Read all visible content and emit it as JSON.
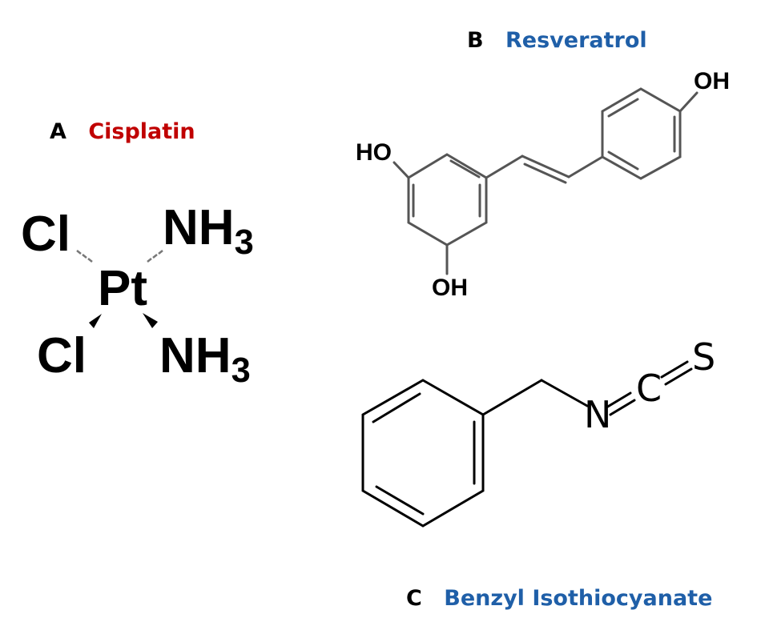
{
  "panels": {
    "a": {
      "letter": "A",
      "name": "Cisplatin",
      "atoms": {
        "cl_top": "Cl",
        "cl_bottom": "Cl",
        "pt": "Pt",
        "nh3_top": "NH",
        "nh3_top_sub": "3",
        "nh3_bottom": "NH",
        "nh3_bottom_sub": "3"
      }
    },
    "b": {
      "letter": "B",
      "name": "Resveratrol",
      "atoms": {
        "oh_top": "OH",
        "ho_left": "HO",
        "oh_bottom": "OH"
      }
    },
    "c": {
      "letter": "C",
      "name": "Benzyl Isothiocyanate",
      "atoms": {
        "n": "N",
        "c": "C",
        "s": "S"
      }
    }
  },
  "colors": {
    "cisplatin_name": "#c00000",
    "resveratrol_name": "#1f5fa8",
    "bitc_name": "#1f5fa8",
    "bond": "#555555",
    "bond_dark": "#000000"
  }
}
